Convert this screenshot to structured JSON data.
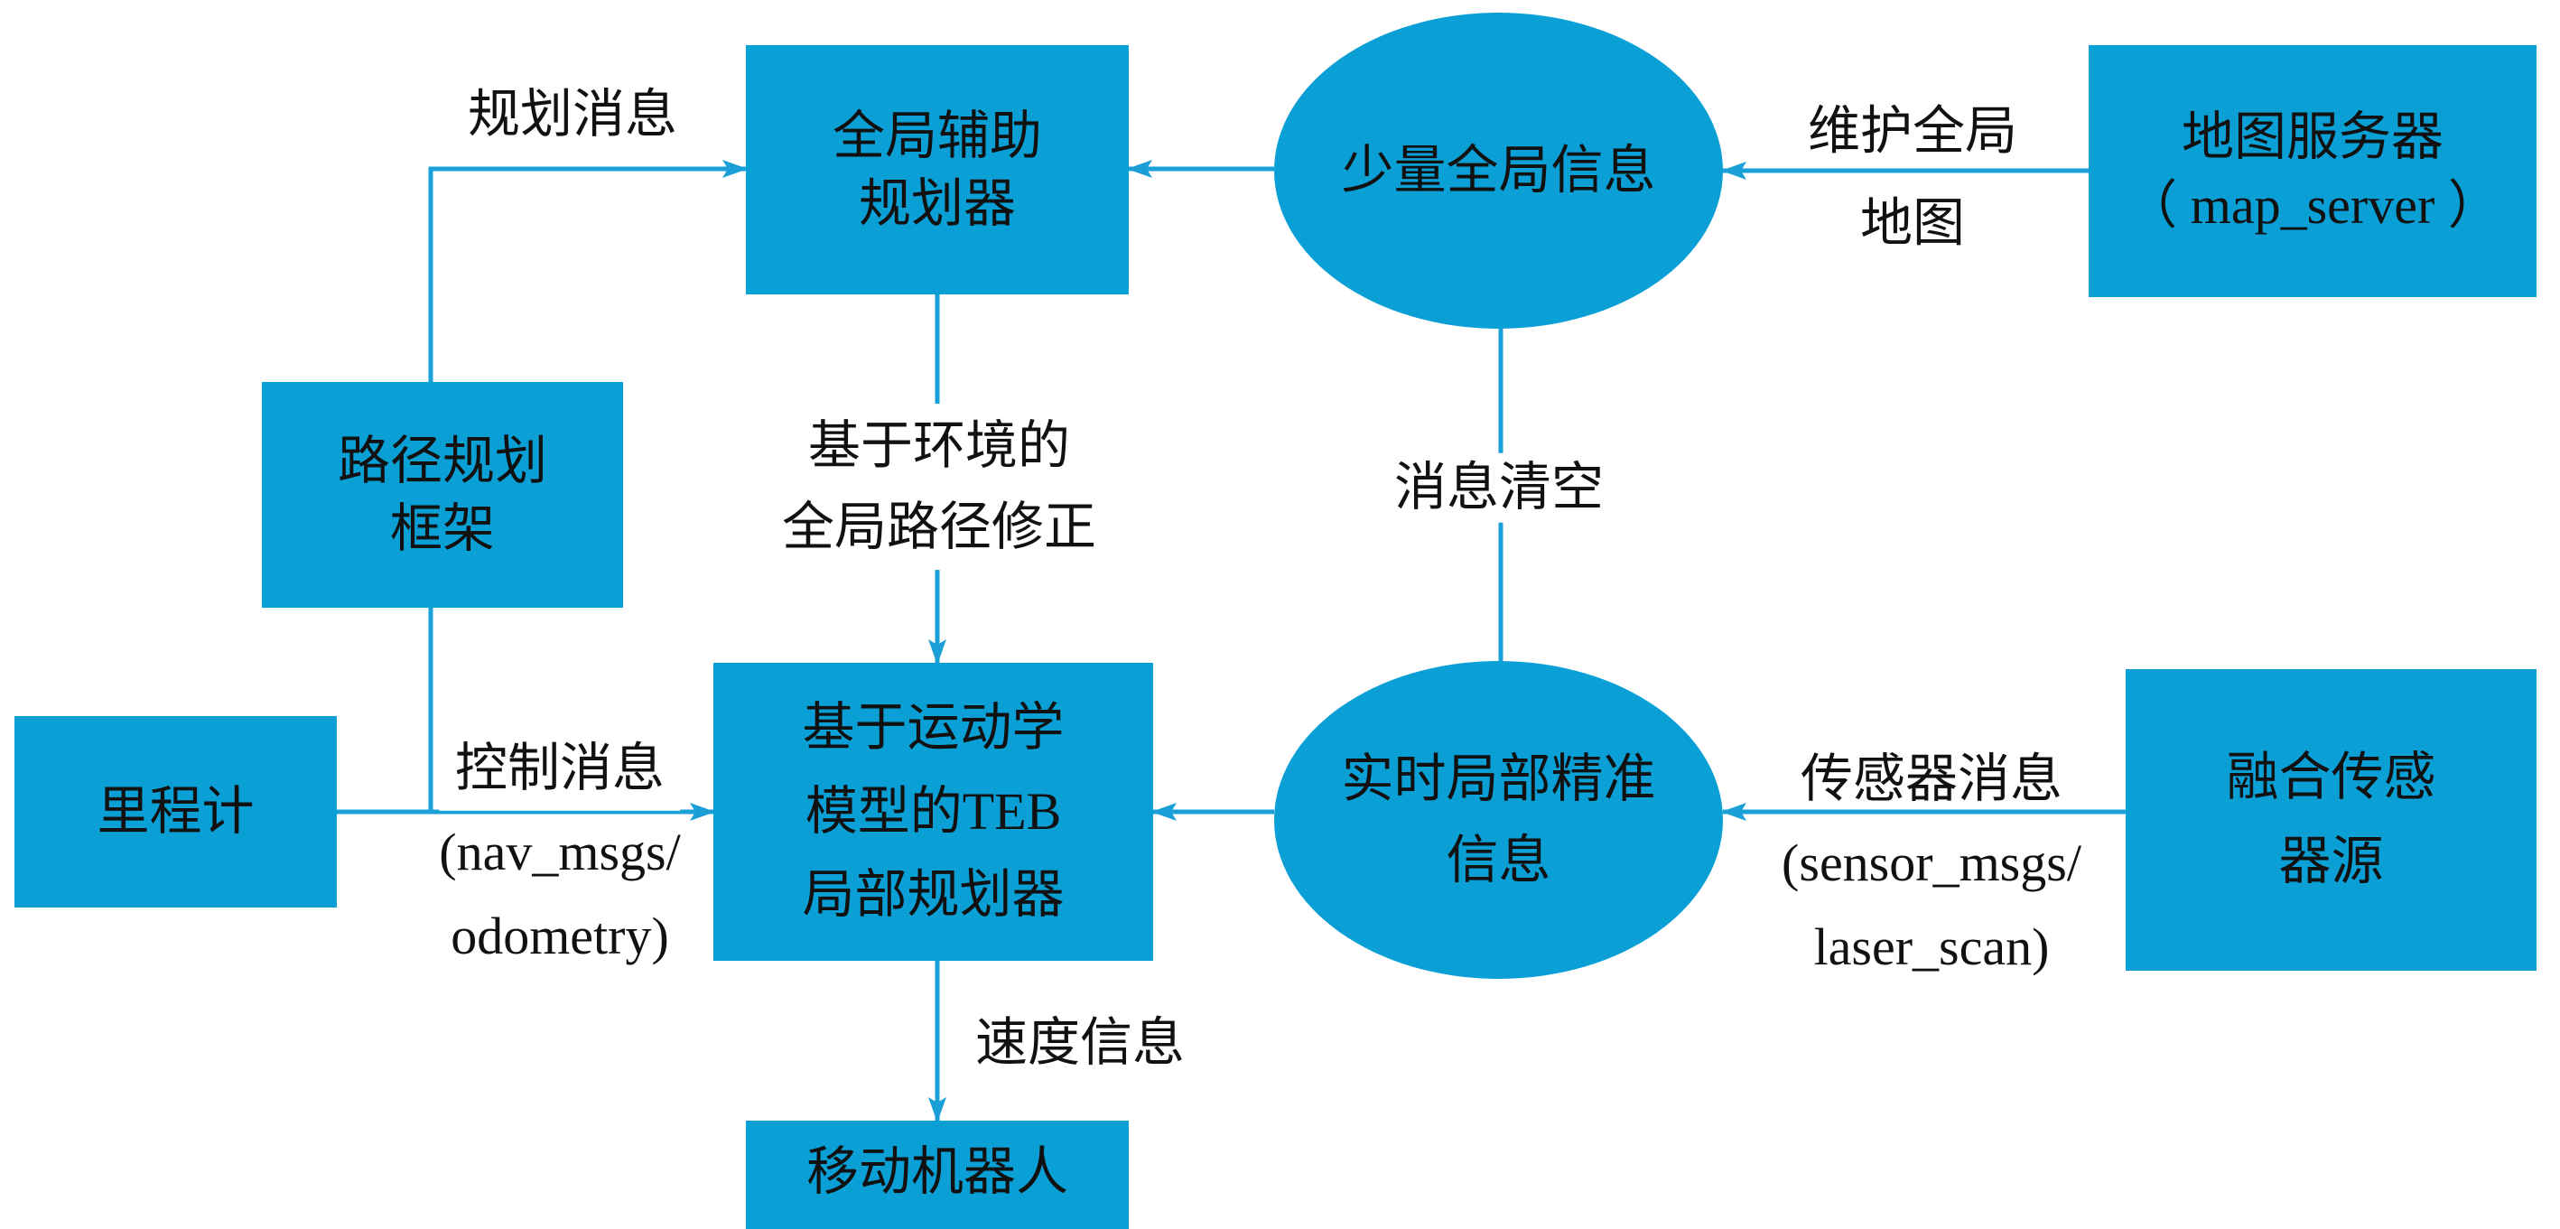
{
  "colors": {
    "node_fill": "#0aa0d6",
    "line": "#1a9fd6",
    "text": "#111111"
  },
  "nodes": {
    "global_planner": [
      "全局辅助",
      "规划器"
    ],
    "path_framework": [
      "路径规划",
      "框架"
    ],
    "odometer": [
      "里程计"
    ],
    "teb_planner": [
      "基于运动学",
      "模型的TEB",
      "局部规划器"
    ],
    "robot": [
      "移动机器人"
    ],
    "global_info": [
      "少量全局信息"
    ],
    "local_info": [
      "实时局部精准",
      "信息"
    ],
    "map_server": [
      "地图服务器",
      "（ map_server ）"
    ],
    "sensor_source": [
      "融合传感",
      "器源"
    ]
  },
  "edges": {
    "plan_msg": [
      "规划消息"
    ],
    "global_path_fix": [
      "基于环境的",
      "全局路径修正"
    ],
    "control_msg": [
      "控制消息",
      "(nav_msgs/",
      "odometry)"
    ],
    "velocity": [
      "速度信息"
    ],
    "maintain_map": [
      "维护全局",
      "地图"
    ],
    "clear_msg": [
      "消息清空"
    ],
    "sensor_msg": [
      "传感器消息",
      "(sensor_msgs/",
      "laser_scan)"
    ]
  }
}
